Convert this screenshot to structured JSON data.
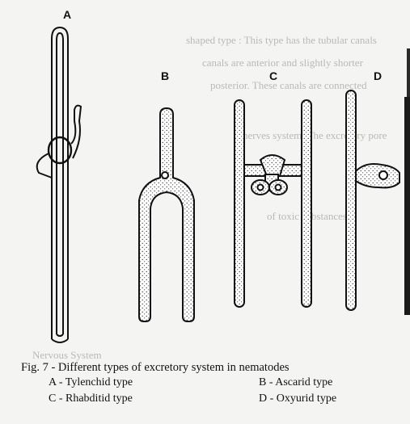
{
  "figure": {
    "labels": {
      "a": "A",
      "b": "B",
      "c": "C",
      "d": "D"
    },
    "caption": "Fig. 7 - Different types of excretory system in nematodes",
    "legend": [
      {
        "key": "A",
        "text": "A - Tylenchid type"
      },
      {
        "key": "B",
        "text": "B - Ascarid type"
      },
      {
        "key": "C",
        "text": "C - Rhabditid type"
      },
      {
        "key": "D",
        "text": "D - Oxyurid type"
      }
    ]
  },
  "bleed_through": [
    "shaped type : This type has the tubular canals",
    "canals are anterior and slightly shorter",
    "posterior. These canals are connected",
    "nerves system. The excretory pore",
    "of toxic substances.",
    "Nervous System"
  ],
  "colors": {
    "paper": "#f4f4f2",
    "ink": "#111111",
    "ghost": "#b9b9b6"
  }
}
